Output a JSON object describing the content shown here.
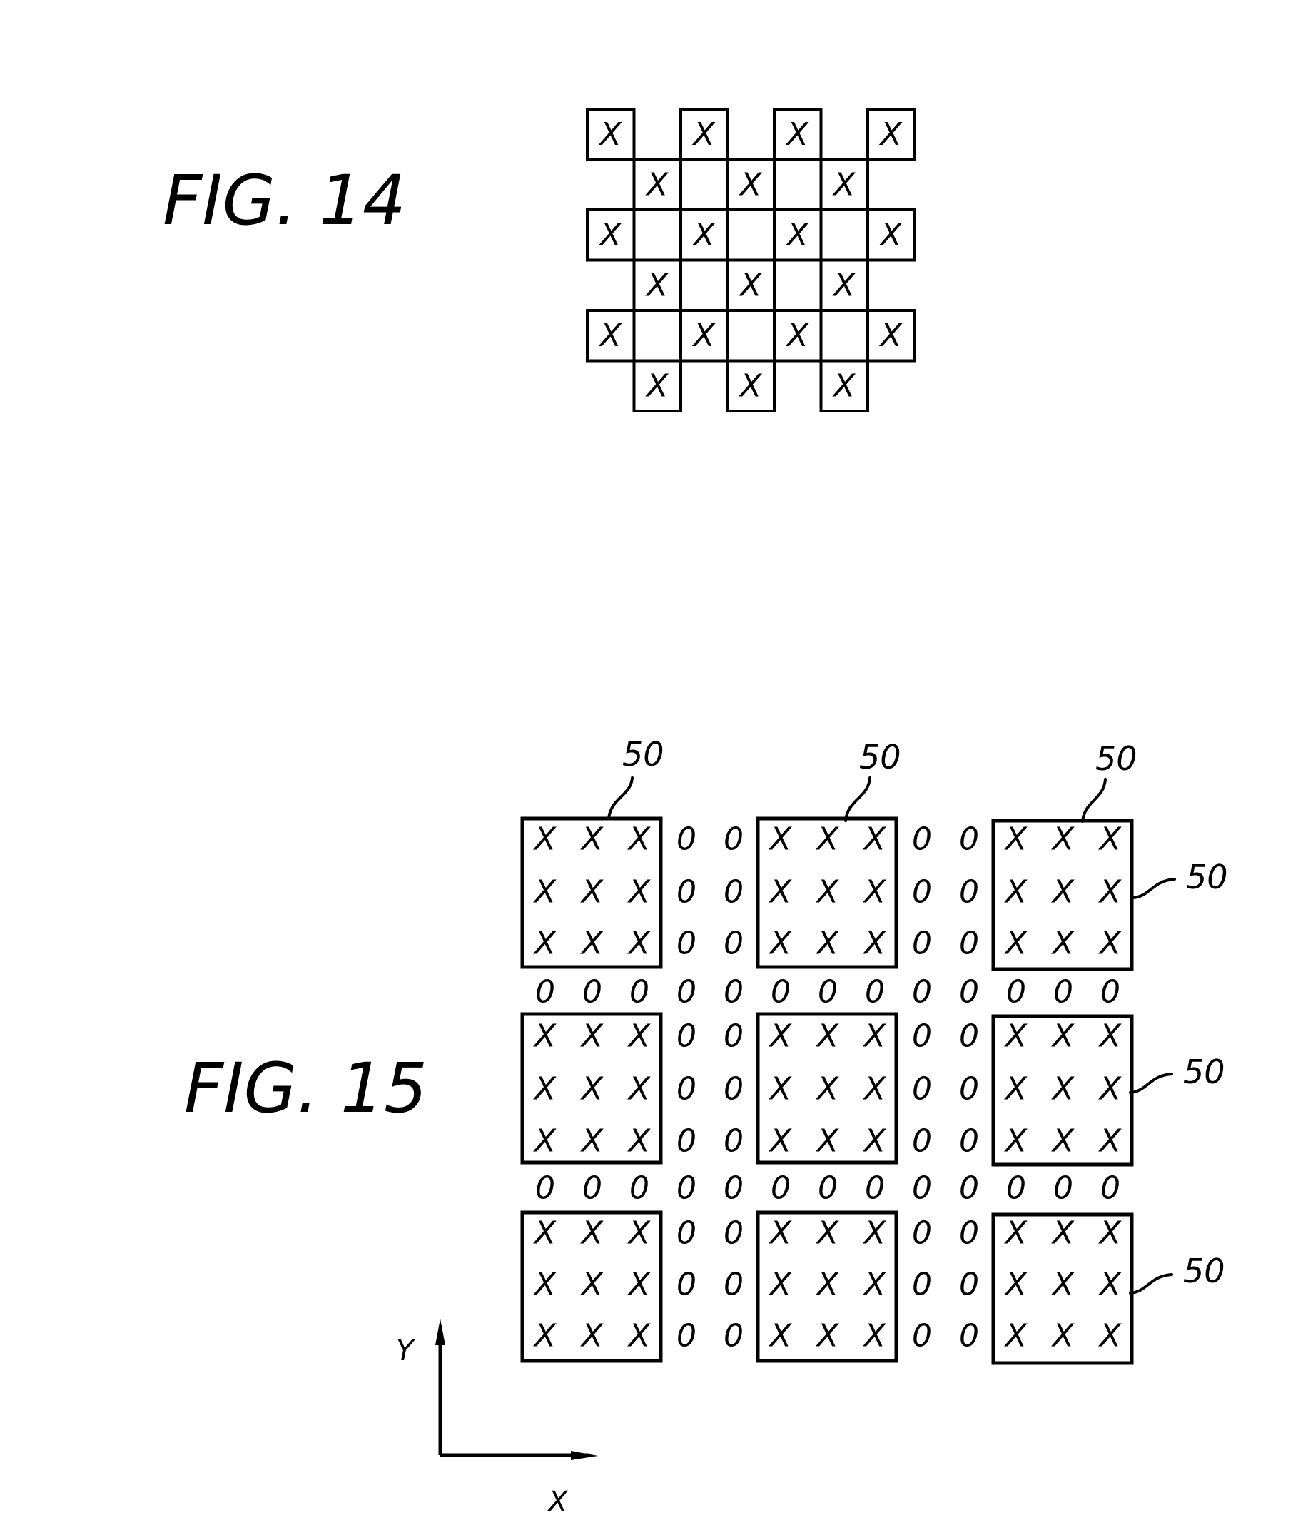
{
  "fig14": {
    "label": "FIG. 14",
    "grid_rows": 6,
    "grid_cols": 7,
    "cell_symbol": "X",
    "pattern": "checkerboard"
  },
  "fig15": {
    "label": "FIG. 15",
    "block_rows": 3,
    "block_cols": 3,
    "block_size": 3,
    "gap_cells": 2,
    "inside_symbol": "X",
    "gap_symbol": "0",
    "reference_numeral": "50",
    "ref_labels_top": [
      "50",
      "50",
      "50"
    ],
    "ref_labels_right": [
      "50",
      "50",
      "50"
    ],
    "axes": {
      "y_label": "Y",
      "x_label": "X"
    }
  }
}
